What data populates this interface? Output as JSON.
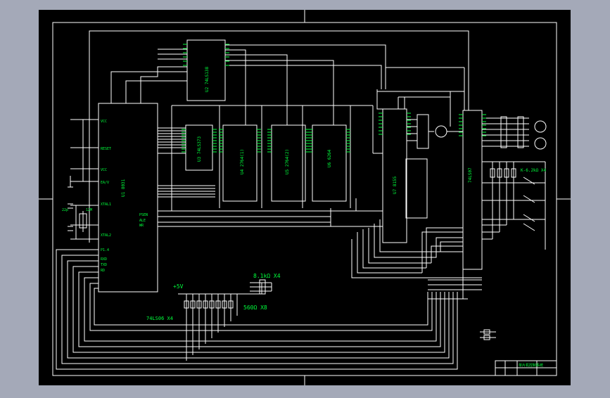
{
  "colors": {
    "background": "#a4a9b8",
    "sheet": "#000000",
    "wire": "#ffffff",
    "component_text": "#00ff3c"
  },
  "chips": {
    "u1": {
      "name": "U1 8031"
    },
    "u2": {
      "name": "U2 74LS138"
    },
    "u3": {
      "name": "U3 74LS373"
    },
    "u4": {
      "name": "U4 2764(1)"
    },
    "u5": {
      "name": "U5 2764(2)"
    },
    "u6": {
      "name": "U6 6264"
    },
    "u7": {
      "name": "U7 8155"
    },
    "u8": {
      "name": "74LS07"
    }
  },
  "u1_pins": {
    "reset": "RESET",
    "vcc": "VCC",
    "ea": "EA/V",
    "xtal1": "XTAL1",
    "xtal2": "XTAL2",
    "p14": "P1.4",
    "ale": "ALE",
    "psen": "PSEN",
    "wr": "WR",
    "rd": "RD",
    "rxd": "RXD",
    "txd": "TXD"
  },
  "labels": {
    "plus5v": "+5V",
    "resistor_top": "8.1kΩ X4",
    "resistor_bottom": "560Ω X8",
    "switch_array": "K-6.2kΩ X4",
    "inverter": "74LS06 X4",
    "title_block": "单片机控制系统",
    "cap_label": "22p",
    "crystal": "12M"
  }
}
